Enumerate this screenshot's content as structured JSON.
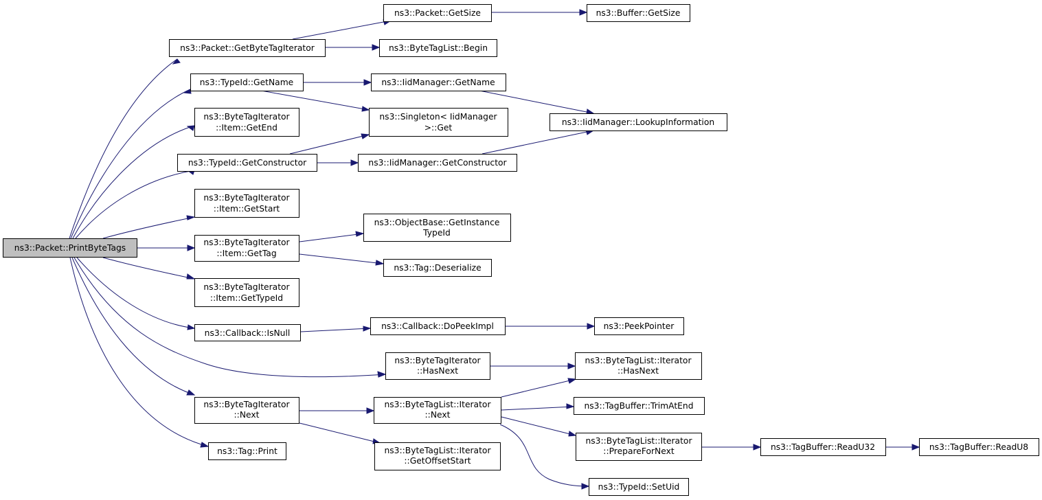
{
  "title": "ns3::Packet::PrintByteTags call graph",
  "colors": {
    "edge": "#191970",
    "root_fill": "#bfbfbf",
    "node_fill": "#ffffff",
    "node_border": "#000000"
  },
  "nodes": [
    {
      "id": "root",
      "lines": [
        "ns3::Packet::PrintByteTags"
      ]
    },
    {
      "id": "getbytetagiter",
      "lines": [
        "ns3::Packet::GetByteTagIterator"
      ]
    },
    {
      "id": "packetgetsize",
      "lines": [
        "ns3::Packet::GetSize"
      ]
    },
    {
      "id": "buffergetsize",
      "lines": [
        "ns3::Buffer::GetSize"
      ]
    },
    {
      "id": "btlbegin",
      "lines": [
        "ns3::ByteTagList::Begin"
      ]
    },
    {
      "id": "typeidgetname",
      "lines": [
        "ns3::TypeId::GetName"
      ]
    },
    {
      "id": "iidgetname",
      "lines": [
        "ns3::IidManager::GetName"
      ]
    },
    {
      "id": "singletonget",
      "lines": [
        "ns3::Singleton< IidManager",
        ">::Get"
      ]
    },
    {
      "id": "lookupinfo",
      "lines": [
        "ns3::IidManager::LookupInformation"
      ]
    },
    {
      "id": "itemgetend",
      "lines": [
        "ns3::ByteTagIterator",
        "::Item::GetEnd"
      ]
    },
    {
      "id": "typeidgetctor",
      "lines": [
        "ns3::TypeId::GetConstructor"
      ]
    },
    {
      "id": "iidgetctor",
      "lines": [
        "ns3::IidManager::GetConstructor"
      ]
    },
    {
      "id": "itemgetstart",
      "lines": [
        "ns3::ByteTagIterator",
        "::Item::GetStart"
      ]
    },
    {
      "id": "objgetinst",
      "lines": [
        "ns3::ObjectBase::GetInstance",
        "TypeId"
      ]
    },
    {
      "id": "itemgettag",
      "lines": [
        "ns3::ByteTagIterator",
        "::Item::GetTag"
      ]
    },
    {
      "id": "tagdeser",
      "lines": [
        "ns3::Tag::Deserialize"
      ]
    },
    {
      "id": "itemgettypeid",
      "lines": [
        "ns3::ByteTagIterator",
        "::Item::GetTypeId"
      ]
    },
    {
      "id": "cbisnull",
      "lines": [
        "ns3::Callback::IsNull"
      ]
    },
    {
      "id": "cbdopeek",
      "lines": [
        "ns3::Callback::DoPeekImpl"
      ]
    },
    {
      "id": "peekptr",
      "lines": [
        "ns3::PeekPointer"
      ]
    },
    {
      "id": "bthasnext",
      "lines": [
        "ns3::ByteTagIterator",
        "::HasNext"
      ]
    },
    {
      "id": "btlithasnext",
      "lines": [
        "ns3::ByteTagList::Iterator",
        "::HasNext"
      ]
    },
    {
      "id": "btnext",
      "lines": [
        "ns3::ByteTagIterator",
        "::Next"
      ]
    },
    {
      "id": "btlitnext",
      "lines": [
        "ns3::ByteTagList::Iterator",
        "::Next"
      ]
    },
    {
      "id": "trimatend",
      "lines": [
        "ns3::TagBuffer::TrimAtEnd"
      ]
    },
    {
      "id": "prepnext",
      "lines": [
        "ns3::ByteTagList::Iterator",
        "::PrepareForNext"
      ]
    },
    {
      "id": "readu32",
      "lines": [
        "ns3::TagBuffer::ReadU32"
      ]
    },
    {
      "id": "readu8",
      "lines": [
        "ns3::TagBuffer::ReadU8"
      ]
    },
    {
      "id": "getoffstart",
      "lines": [
        "ns3::ByteTagList::Iterator",
        "::GetOffsetStart"
      ]
    },
    {
      "id": "setuid",
      "lines": [
        "ns3::TypeId::SetUid"
      ]
    },
    {
      "id": "tagprint",
      "lines": [
        "ns3::Tag::Print"
      ]
    }
  ],
  "edges": [
    [
      "root",
      "getbytetagiter"
    ],
    [
      "root",
      "typeidgetname"
    ],
    [
      "root",
      "itemgetend"
    ],
    [
      "root",
      "typeidgetctor"
    ],
    [
      "root",
      "itemgetstart"
    ],
    [
      "root",
      "itemgettag"
    ],
    [
      "root",
      "itemgettypeid"
    ],
    [
      "root",
      "cbisnull"
    ],
    [
      "root",
      "bthasnext"
    ],
    [
      "root",
      "btnext"
    ],
    [
      "root",
      "tagprint"
    ],
    [
      "getbytetagiter",
      "packetgetsize"
    ],
    [
      "getbytetagiter",
      "btlbegin"
    ],
    [
      "packetgetsize",
      "buffergetsize"
    ],
    [
      "typeidgetname",
      "iidgetname"
    ],
    [
      "typeidgetname",
      "singletonget"
    ],
    [
      "iidgetname",
      "lookupinfo"
    ],
    [
      "typeidgetctor",
      "singletonget"
    ],
    [
      "typeidgetctor",
      "iidgetctor"
    ],
    [
      "iidgetctor",
      "lookupinfo"
    ],
    [
      "itemgettag",
      "objgetinst"
    ],
    [
      "itemgettag",
      "tagdeser"
    ],
    [
      "cbisnull",
      "cbdopeek"
    ],
    [
      "cbdopeek",
      "peekptr"
    ],
    [
      "bthasnext",
      "btlithasnext"
    ],
    [
      "btnext",
      "btlitnext"
    ],
    [
      "btnext",
      "getoffstart"
    ],
    [
      "btlitnext",
      "btlithasnext"
    ],
    [
      "btlitnext",
      "trimatend"
    ],
    [
      "btlitnext",
      "prepnext"
    ],
    [
      "btlitnext",
      "setuid"
    ],
    [
      "prepnext",
      "readu32"
    ],
    [
      "readu32",
      "readu8"
    ]
  ]
}
